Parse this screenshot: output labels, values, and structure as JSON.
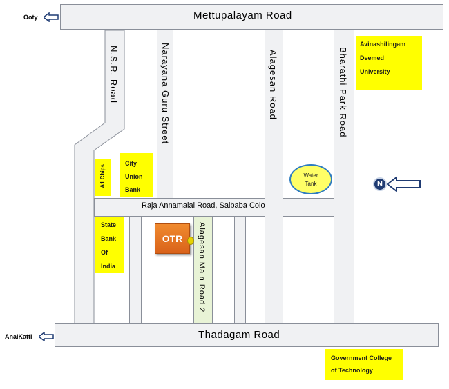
{
  "roads": {
    "mettupalayam": "Mettupalayam Road",
    "thadagam": "Thadagam  Road",
    "nsr": "N.S.R. Road",
    "narayana_guru": "Narayana Guru Street",
    "alagesan": "Alagesan Road",
    "bharathi_park": "Bharathi Park Road",
    "raja_annamalai": "Raja Annamalai Road, Saibaba Colony",
    "alagesan_main_2": "Alagesan  Main  Road 2"
  },
  "directions": {
    "ooty": "Ooty",
    "anaikatti": "AnaiKatti"
  },
  "landmarks": {
    "avinashilingam": [
      "Avinashilingam",
      "Deemed",
      "University"
    ],
    "city_union_bank": [
      "City",
      "Union",
      "Bank"
    ],
    "a1_chips": "A1 Chips",
    "state_bank": [
      "State",
      "Bank",
      "Of",
      "India"
    ],
    "water_tank": [
      "Water",
      "Tank"
    ],
    "govt_college": [
      "Government College",
      "of Technology"
    ],
    "otr": "OTR"
  },
  "compass": {
    "north_label": "N"
  },
  "colors": {
    "road_fill": "#f0f1f3",
    "road_border": "#8a8f99",
    "landmark_yellow": "#ffff00",
    "otr_orange": "#e8731e",
    "water_tank_fill": "#ffff66",
    "water_tank_ring": "#2e7cc0",
    "alagesan_main_fill": "#e8f3d6",
    "compass_blue": "#1f3b73"
  },
  "icons": {
    "direction_arrow": "left-arrow-icon",
    "north_arrow": "north-arrow-icon"
  }
}
